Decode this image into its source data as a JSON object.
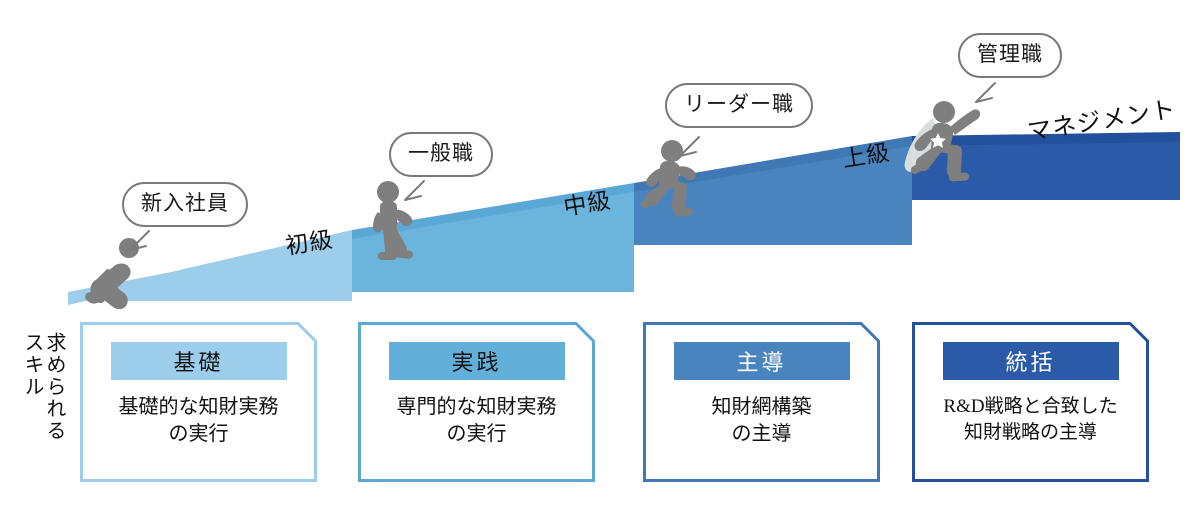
{
  "diagram": {
    "left_caption": {
      "line1": "求められる",
      "line2": "スキル"
    },
    "ramp_top_label": "マネジメント",
    "stages": [
      {
        "id": "stage-1",
        "bubble": "新入社員",
        "step_label": "初級",
        "figure": "crawling-person-icon",
        "wedge_color": "#9CCDEA",
        "rule_color": "#9CCDEA",
        "card": {
          "head": "基礎",
          "head_bg": "#9CCDEA",
          "head_text_color": "#111111",
          "border_color": "#9CCDEA",
          "body_line1": "基礎的な知財実務",
          "body_line2": "の実行"
        }
      },
      {
        "id": "stage-2",
        "bubble": "一般職",
        "step_label": "中級",
        "figure": "walking-person-icon",
        "wedge_color": "#6BB4DC",
        "rule_color": "#5BA7D6",
        "card": {
          "head": "実践",
          "head_bg": "#62B0DA",
          "head_text_color": "#111111",
          "border_color": "#5BA7D6",
          "body_line1": "専門的な知財実務",
          "body_line2": "の実行"
        }
      },
      {
        "id": "stage-3",
        "bubble": "リーダー職",
        "step_label": "上級",
        "figure": "running-person-icon",
        "wedge_color": "#4A84BF",
        "rule_color": "#3F78B4",
        "card": {
          "head": "主導",
          "head_bg": "#4A84BF",
          "head_text_color": "#ffffff",
          "border_color": "#3F78B4",
          "body_line1": "知財網構築",
          "body_line2": "の主導"
        }
      },
      {
        "id": "stage-4",
        "bubble": "管理職",
        "step_label": "",
        "figure": "superhero-person-icon",
        "wedge_color": "#2B5AA8",
        "rule_color": "#23509D",
        "card": {
          "head": "統括",
          "head_bg": "#2B5AA8",
          "head_text_color": "#ffffff",
          "border_color": "#23509D",
          "body_line1": "R&D戦略と合致した",
          "body_line2": "知財戦略の主導"
        }
      }
    ],
    "colors": {
      "figure_gray": "#7f7f7f",
      "cape_gray": "#d9dde0",
      "bubble_outline": "#7a7a7a",
      "text": "#111111"
    }
  }
}
